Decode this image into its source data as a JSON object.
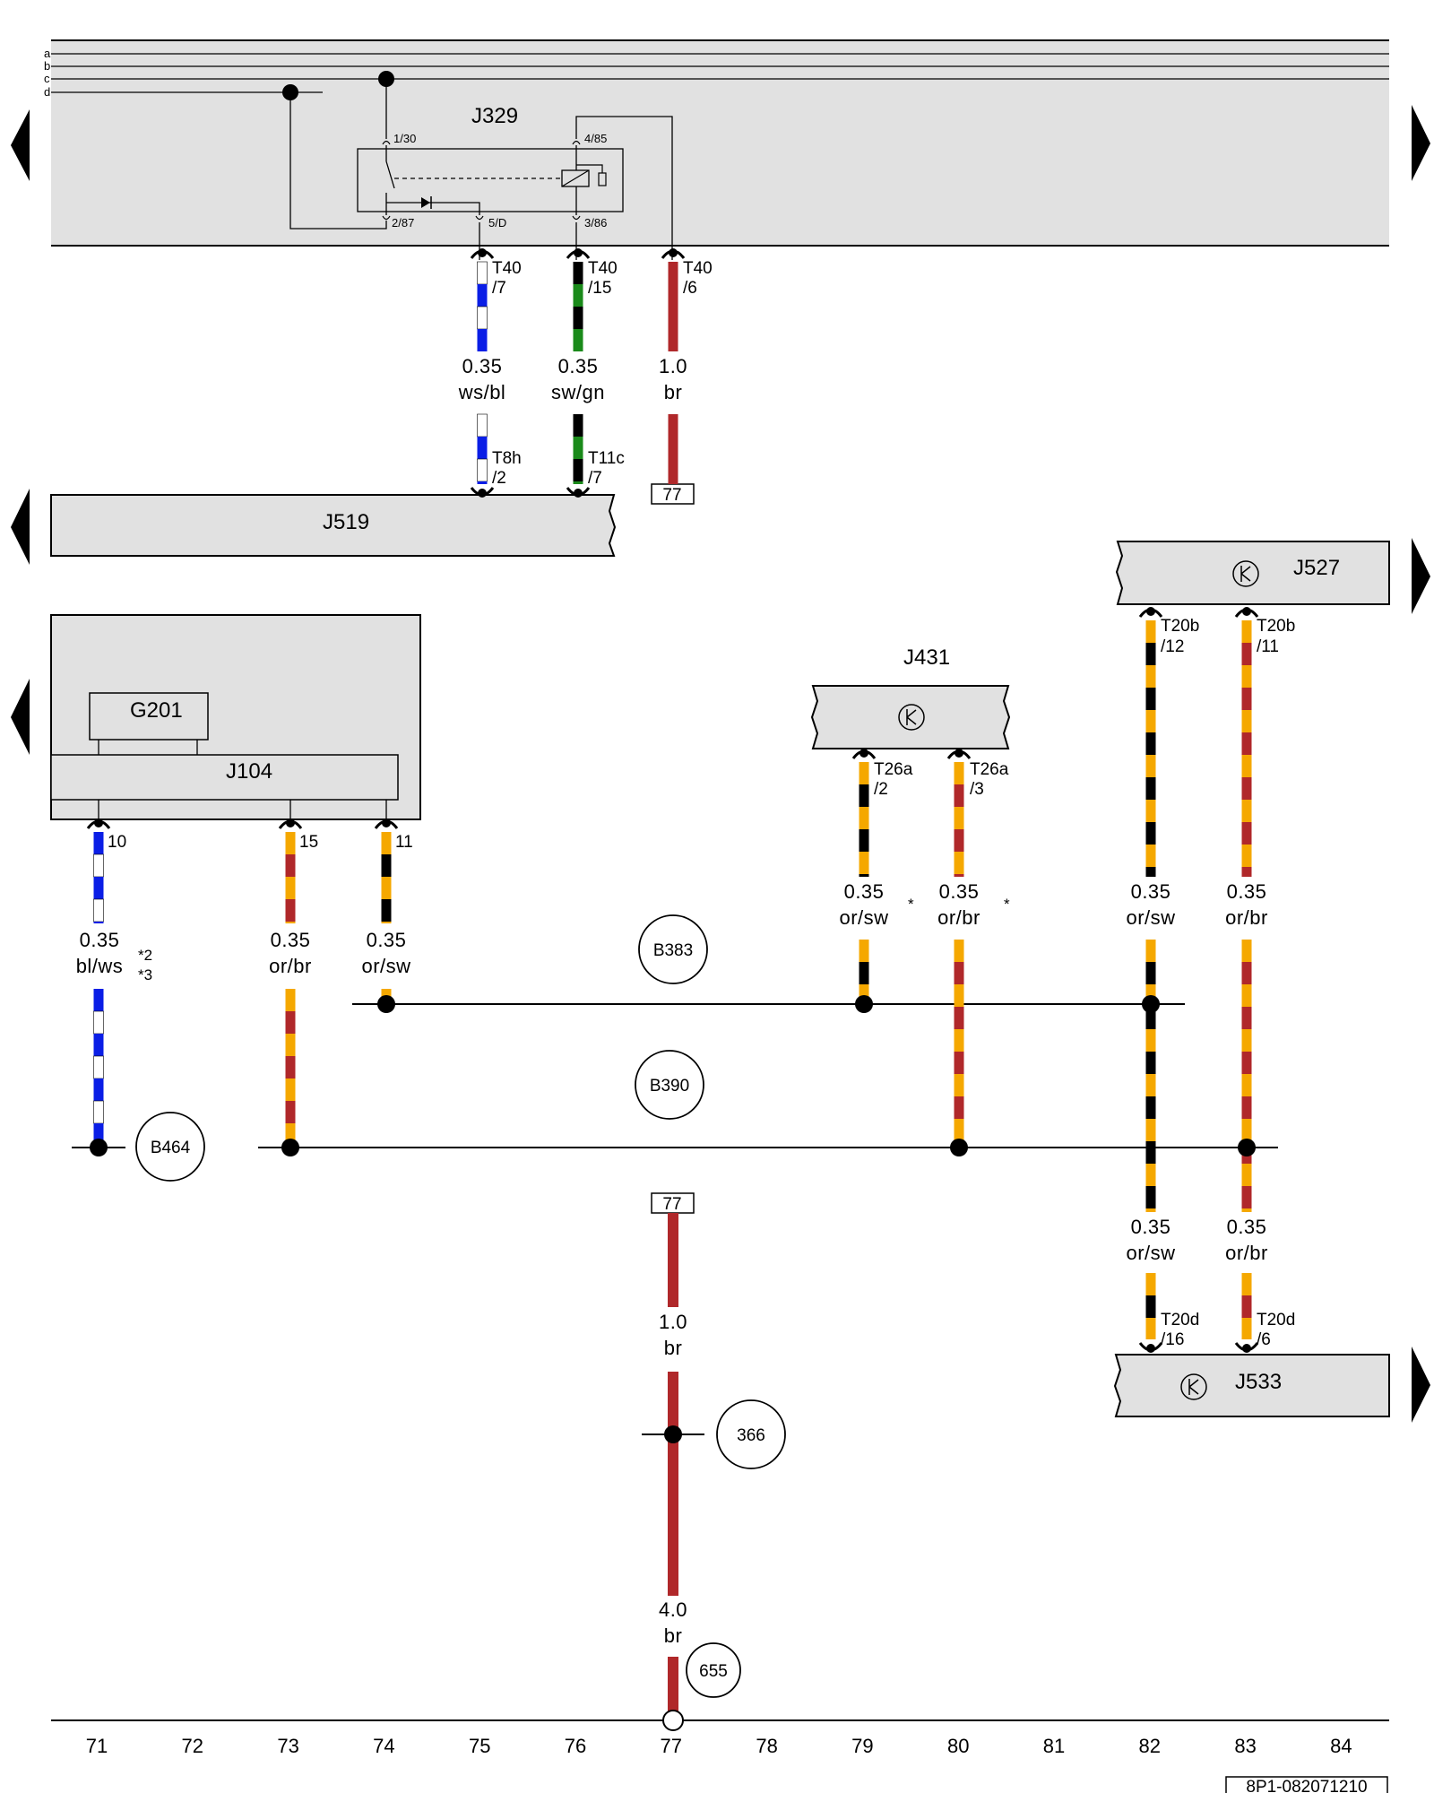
{
  "colors": {
    "panel_fill": "#e1e1e1",
    "line": "#000000",
    "ws": "#ffffff",
    "bl": "#0a1ee6",
    "sw": "#000000",
    "gn": "#1a8a1a",
    "br": "#b0282a",
    "or": "#f5a800"
  },
  "bus_lines": [
    "a",
    "b",
    "c",
    "d"
  ],
  "components": {
    "J329": "J329",
    "J519": "J519",
    "J527": "J527",
    "J431": "J431",
    "J104": "J104",
    "G201": "G201",
    "J533": "J533"
  },
  "relay_pins": {
    "p130": "1/30",
    "p485": "4/85",
    "p287": "2/87",
    "p5d": "5/D",
    "p386": "3/86"
  },
  "wires": [
    {
      "id": "w75",
      "colors": [
        "ws",
        "bl"
      ],
      "size": "0.35",
      "code": "ws/bl",
      "top_conn": "T40",
      "top_pin": "/7",
      "bot_conn": "T8h",
      "bot_pin": "/2"
    },
    {
      "id": "w76",
      "colors": [
        "sw",
        "gn"
      ],
      "size": "0.35",
      "code": "sw/gn",
      "top_conn": "T40",
      "top_pin": "/15",
      "bot_conn": "T11c",
      "bot_pin": "/7"
    },
    {
      "id": "w77a",
      "colors": [
        "br"
      ],
      "size": "1.0",
      "code": "br",
      "top_conn": "T40",
      "top_pin": "/6",
      "ref": "77"
    },
    {
      "id": "w71",
      "colors": [
        "bl",
        "ws"
      ],
      "size": "0.35",
      "code": "bl/ws",
      "top_pin": "10",
      "note1": "*2",
      "note2": "*3"
    },
    {
      "id": "w73",
      "colors": [
        "or",
        "br"
      ],
      "size": "0.35",
      "code": "or/br",
      "top_pin": "15"
    },
    {
      "id": "w74",
      "colors": [
        "or",
        "sw"
      ],
      "size": "0.35",
      "code": "or/sw",
      "top_pin": "11"
    },
    {
      "id": "w79",
      "colors": [
        "or",
        "sw"
      ],
      "size": "0.35",
      "code": "or/sw",
      "top_conn": "T26a",
      "top_pin": "/2",
      "note": "*"
    },
    {
      "id": "w80",
      "colors": [
        "or",
        "br"
      ],
      "size": "0.35",
      "code": "or/br",
      "top_conn": "T26a",
      "top_pin": "/3",
      "note": "*"
    },
    {
      "id": "w82a",
      "colors": [
        "or",
        "sw"
      ],
      "size": "0.35",
      "code": "or/sw",
      "top_conn": "T20b",
      "top_pin": "/12"
    },
    {
      "id": "w83a",
      "colors": [
        "or",
        "br"
      ],
      "size": "0.35",
      "code": "or/br",
      "top_conn": "T20b",
      "top_pin": "/11"
    },
    {
      "id": "w82b",
      "colors": [
        "or",
        "sw"
      ],
      "size": "0.35",
      "code": "or/sw",
      "bot_conn": "T20d",
      "bot_pin": "/16"
    },
    {
      "id": "w83b",
      "colors": [
        "or",
        "br"
      ],
      "size": "0.35",
      "code": "or/br",
      "bot_conn": "T20d",
      "bot_pin": "/6"
    },
    {
      "id": "w77b",
      "colors": [
        "br"
      ],
      "size": "1.0",
      "code": "br",
      "ref": "77"
    },
    {
      "id": "w77c",
      "colors": [
        "br"
      ],
      "size": "4.0",
      "code": "br"
    }
  ],
  "junctions": {
    "B383": "B383",
    "B390": "B390",
    "B464": "B464",
    "366": "366",
    "655": "655"
  },
  "columns": [
    "71",
    "72",
    "73",
    "74",
    "75",
    "76",
    "77",
    "78",
    "79",
    "80",
    "81",
    "82",
    "83",
    "84"
  ],
  "footer_code": "8P1-082071210"
}
